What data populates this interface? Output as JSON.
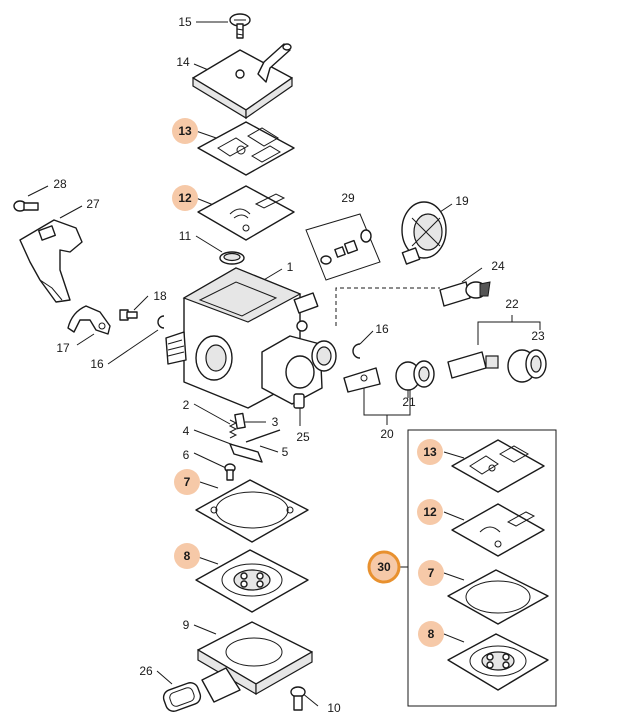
{
  "colors": {
    "highlight_fill": "#f6c9a8",
    "highlight_ring": "#e8912f",
    "line": "#1a1a1a"
  },
  "callouts": [
    {
      "id": "15",
      "text": "15",
      "highlighted": false
    },
    {
      "id": "14",
      "text": "14",
      "highlighted": false
    },
    {
      "id": "13",
      "text": "13",
      "highlighted": true
    },
    {
      "id": "12",
      "text": "12",
      "highlighted": true
    },
    {
      "id": "28",
      "text": "28",
      "highlighted": false
    },
    {
      "id": "27",
      "text": "27",
      "highlighted": false
    },
    {
      "id": "11",
      "text": "11",
      "highlighted": false
    },
    {
      "id": "29",
      "text": "29",
      "highlighted": false
    },
    {
      "id": "19",
      "text": "19",
      "highlighted": false
    },
    {
      "id": "1",
      "text": "1",
      "highlighted": false
    },
    {
      "id": "24",
      "text": "24",
      "highlighted": false
    },
    {
      "id": "18",
      "text": "18",
      "highlighted": false
    },
    {
      "id": "22",
      "text": "22",
      "highlighted": false
    },
    {
      "id": "16a",
      "text": "16",
      "highlighted": false
    },
    {
      "id": "16b",
      "text": "16",
      "highlighted": false
    },
    {
      "id": "23",
      "text": "23",
      "highlighted": false
    },
    {
      "id": "17",
      "text": "17",
      "highlighted": false
    },
    {
      "id": "21",
      "text": "21",
      "highlighted": false
    },
    {
      "id": "20",
      "text": "20",
      "highlighted": false
    },
    {
      "id": "2",
      "text": "2",
      "highlighted": false
    },
    {
      "id": "3",
      "text": "3",
      "highlighted": false
    },
    {
      "id": "25",
      "text": "25",
      "highlighted": false
    },
    {
      "id": "4",
      "text": "4",
      "highlighted": false
    },
    {
      "id": "5",
      "text": "5",
      "highlighted": false
    },
    {
      "id": "6",
      "text": "6",
      "highlighted": false
    },
    {
      "id": "7a",
      "text": "7",
      "highlighted": true
    },
    {
      "id": "8a",
      "text": "8",
      "highlighted": true
    },
    {
      "id": "9",
      "text": "9",
      "highlighted": false
    },
    {
      "id": "26",
      "text": "26",
      "highlighted": false
    },
    {
      "id": "10",
      "text": "10",
      "highlighted": false
    },
    {
      "id": "13k",
      "text": "13",
      "highlighted": true
    },
    {
      "id": "12k",
      "text": "12",
      "highlighted": true
    },
    {
      "id": "30",
      "text": "30",
      "highlighted": true,
      "ring": true
    },
    {
      "id": "7k",
      "text": "7",
      "highlighted": true
    },
    {
      "id": "8k",
      "text": "8",
      "highlighted": true
    }
  ]
}
